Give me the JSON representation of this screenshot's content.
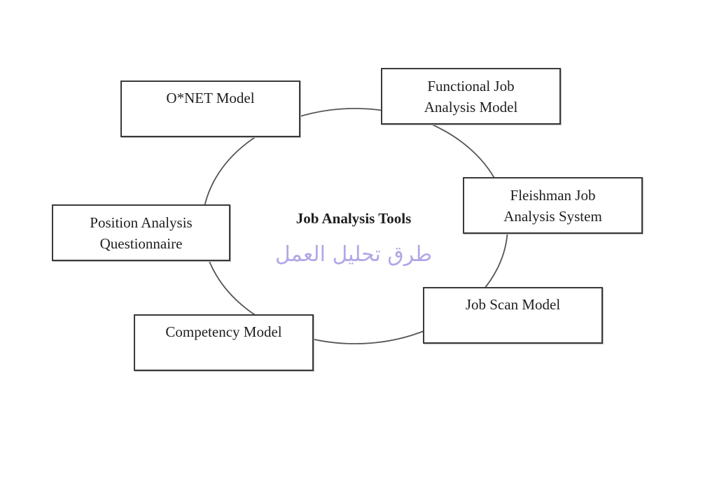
{
  "diagram": {
    "center_title": "Job Analysis Tools",
    "center_subtitle": "طرق تحليل العمل",
    "subtitle_color": "#b3a6e6",
    "nodes": [
      {
        "id": "onet",
        "label": "O*NET Model"
      },
      {
        "id": "functional",
        "label": "Functional Job\nAnalysis Model"
      },
      {
        "id": "fleishman",
        "label": "Fleishman Job\nAnalysis System"
      },
      {
        "id": "jobscan",
        "label": "Job Scan Model"
      },
      {
        "id": "competency",
        "label": "Competency Model"
      },
      {
        "id": "paq",
        "label": "Position Analysis\nQuestionnaire"
      }
    ]
  }
}
